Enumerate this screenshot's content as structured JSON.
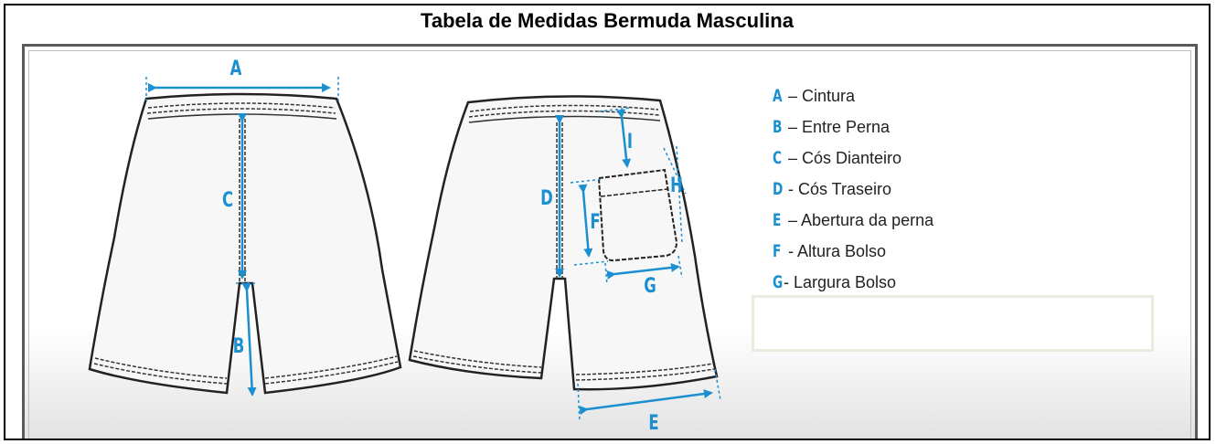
{
  "title": "Tabela de Medidas Bermuda Masculina",
  "accent_color": "#1b8fcf",
  "diagram_labels": {
    "A": "A",
    "B": "B",
    "C": "C",
    "D": "D",
    "E": "E",
    "F": "F",
    "G": "G",
    "H": "H",
    "I": "I"
  },
  "legend": [
    {
      "letter": "A",
      "text": " – Cintura"
    },
    {
      "letter": "B",
      "text": " – Entre Perna"
    },
    {
      "letter": "C",
      "text": " – Cós Dianteiro"
    },
    {
      "letter": "D",
      "text": " - Cós Traseiro"
    },
    {
      "letter": "E",
      "text": " – Abertura da perna"
    },
    {
      "letter": "F",
      "text": " - Altura Bolso"
    },
    {
      "letter": "G",
      "text": "- Largura Bolso"
    }
  ]
}
